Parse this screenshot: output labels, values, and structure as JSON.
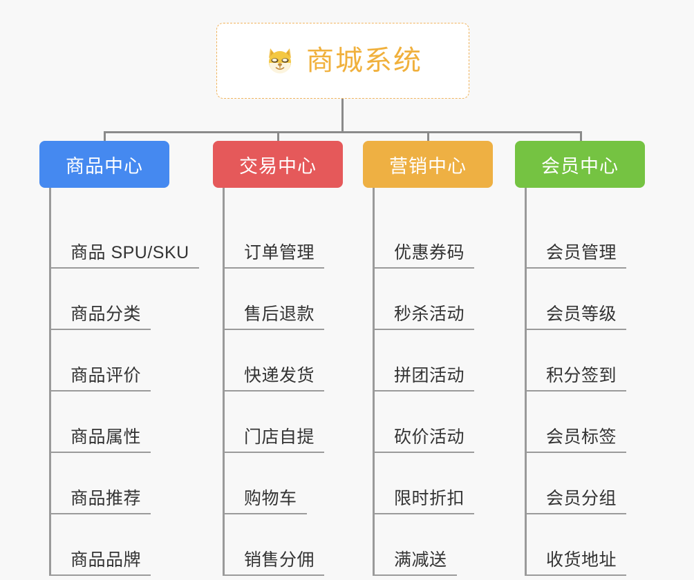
{
  "page": {
    "background_color": "#f8f8f8",
    "diagram_type": "organization-tree"
  },
  "root": {
    "icon": "dog-face-emoji",
    "title": "商城系统",
    "border_color": "#f0b35c",
    "text_color": "#f0b03c",
    "background_color": "#ffffff"
  },
  "connector": {
    "color": "#8a8a8a"
  },
  "columns": [
    {
      "id": "product-center",
      "label": "商品中心",
      "color": "#4589f0",
      "items": [
        "商品 SPU/SKU",
        "商品分类",
        "商品评价",
        "商品属性",
        "商品推荐",
        "商品品牌"
      ]
    },
    {
      "id": "trade-center",
      "label": "交易中心",
      "color": "#e5595a",
      "items": [
        "订单管理",
        "售后退款",
        "快递发货",
        "门店自提",
        "购物车",
        "销售分佣"
      ]
    },
    {
      "id": "marketing-center",
      "label": "营销中心",
      "color": "#eeb043",
      "items": [
        "优惠券码",
        "秒杀活动",
        "拼团活动",
        "砍价活动",
        "限时折扣",
        "满减送"
      ]
    },
    {
      "id": "member-center",
      "label": "会员中心",
      "color": "#75c342",
      "items": [
        "会员管理",
        "会员等级",
        "积分签到",
        "会员标签",
        "会员分组",
        "收货地址"
      ]
    }
  ]
}
